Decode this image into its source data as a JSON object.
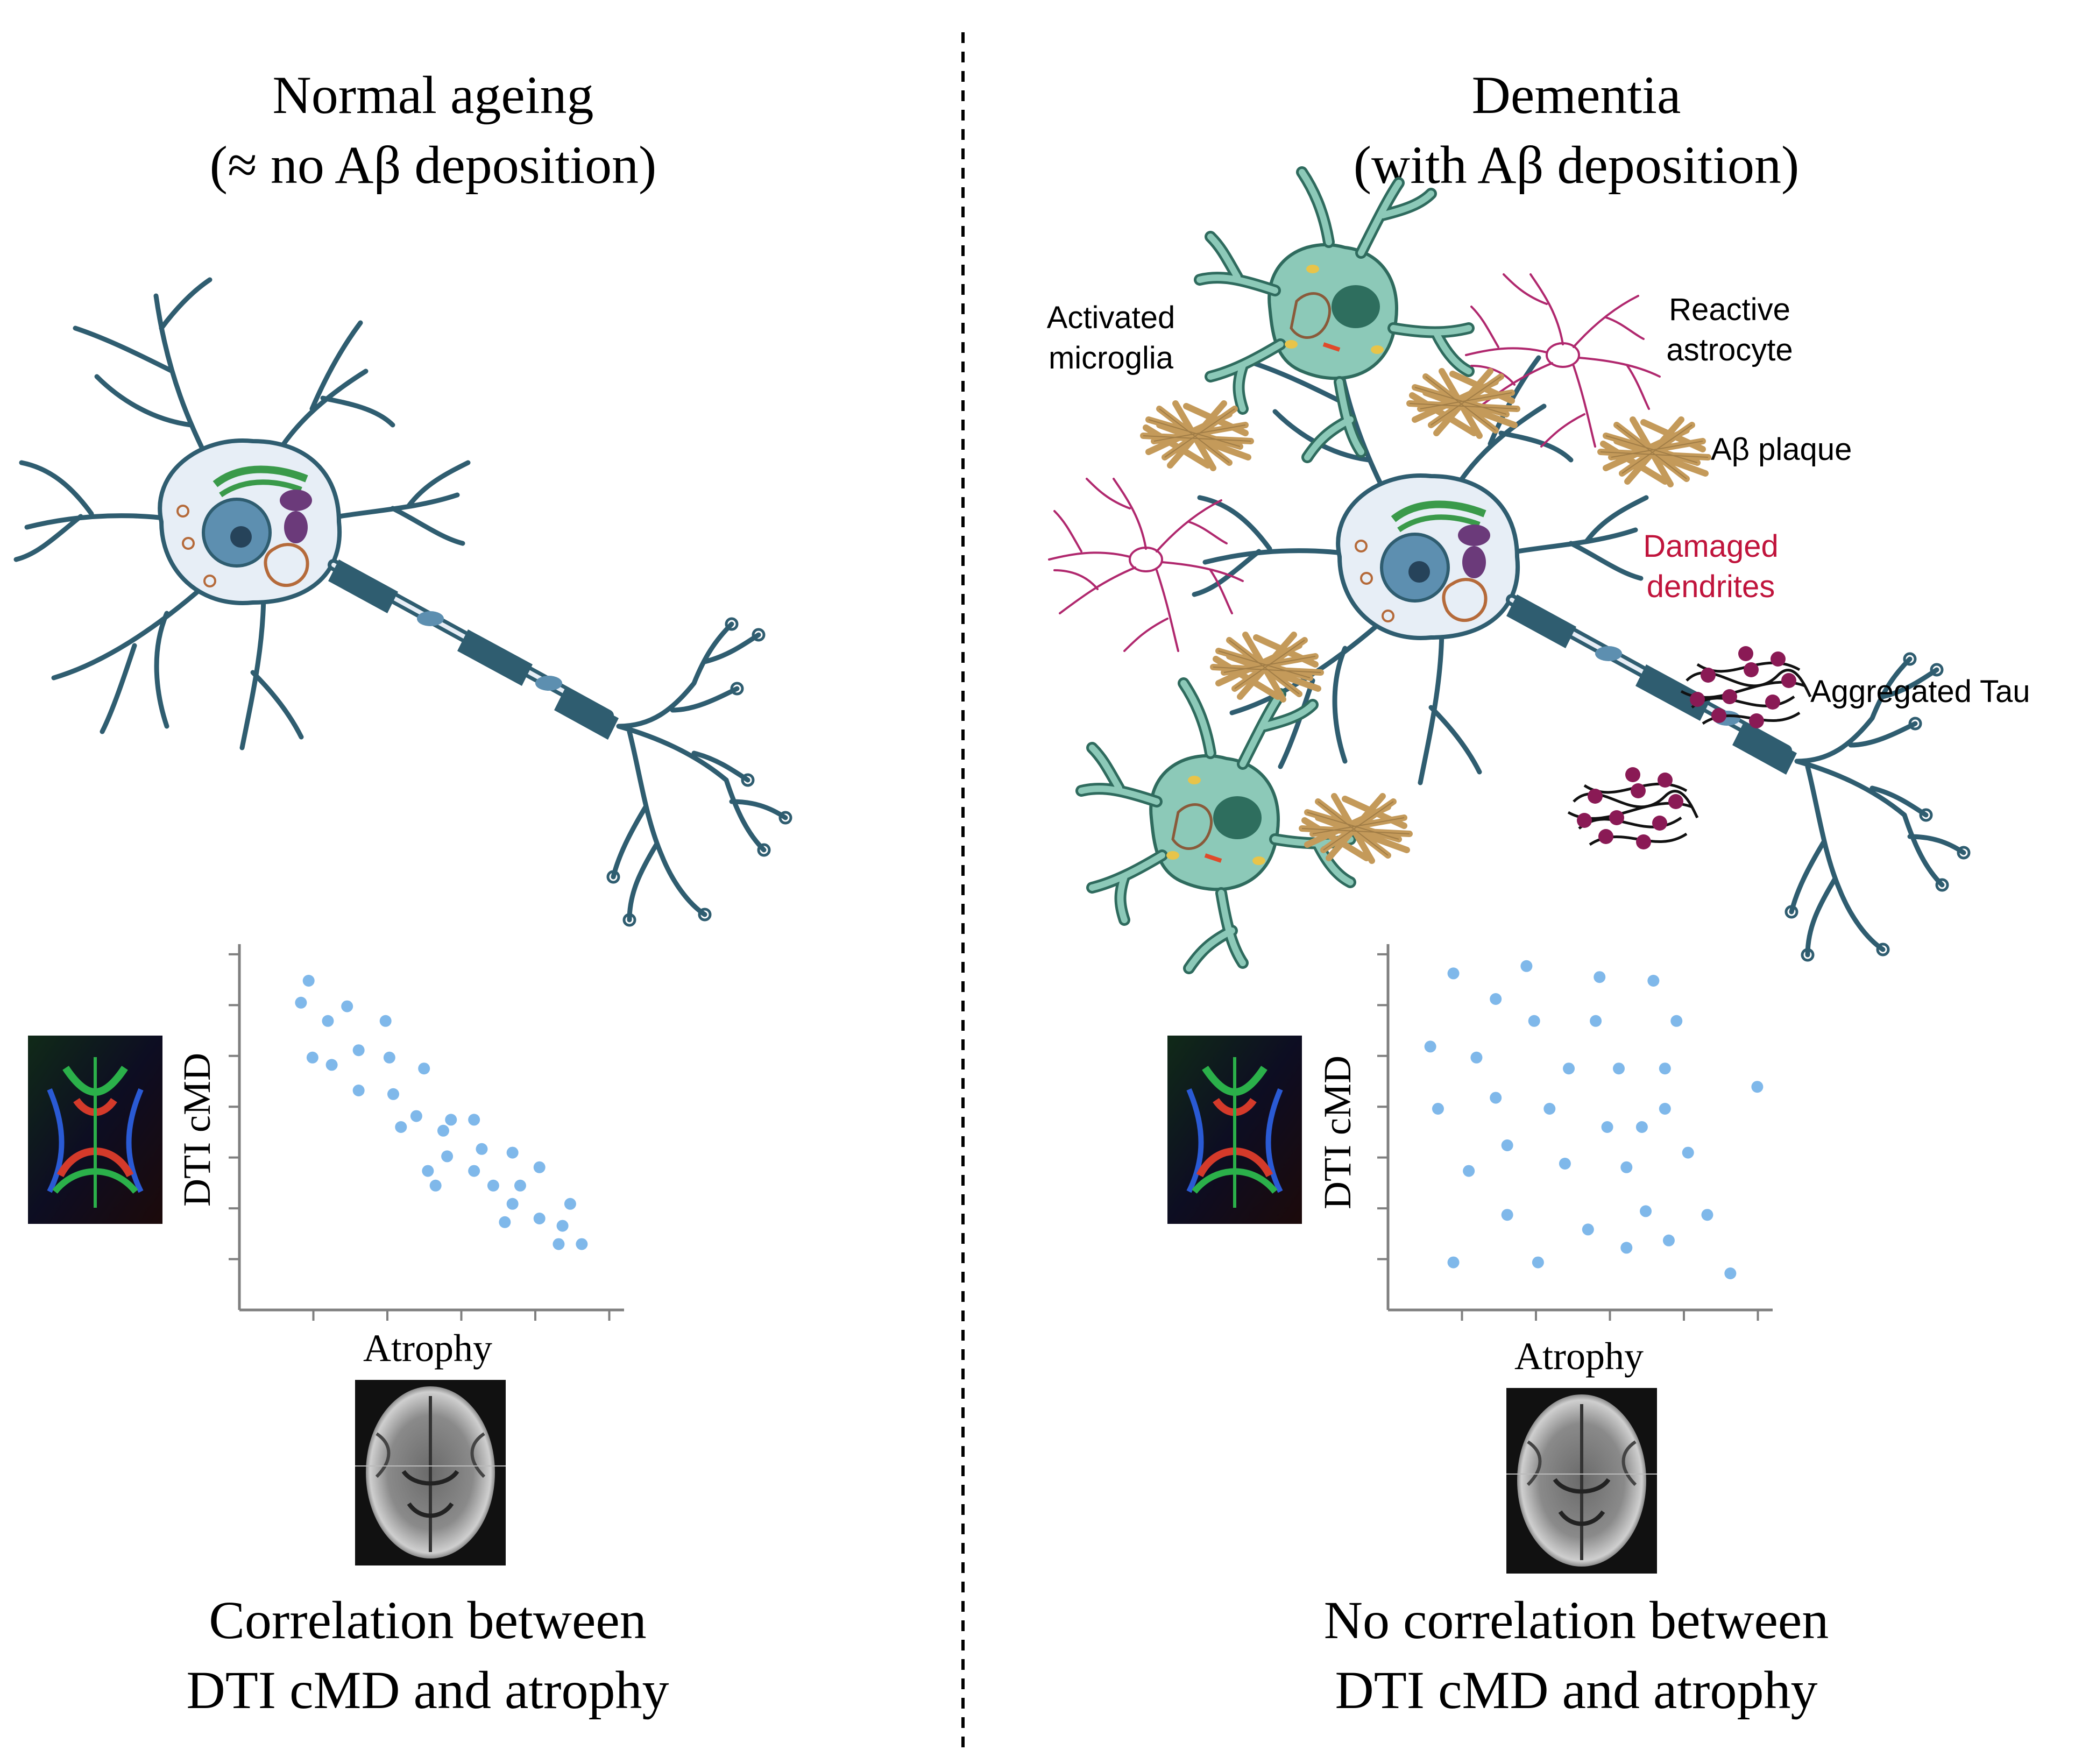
{
  "left_panel": {
    "title_line1": "Normal ageing",
    "title_line2": "(≈ no Aβ deposition)",
    "y_axis_label": "DTI cMD",
    "x_axis_label": "Atrophy",
    "caption_line1": "Correlation between",
    "caption_line2": "DTI cMD and atrophy"
  },
  "right_panel": {
    "title_line1": "Dementia",
    "title_line2": "(with Aβ deposition)",
    "y_axis_label": "DTI cMD",
    "x_axis_label": "Atrophy",
    "caption_line1": "No correlation between",
    "caption_line2": "DTI cMD and atrophy",
    "labels": {
      "microglia_line1": "Activated",
      "microglia_line2": "microglia",
      "astrocyte_line1": "Reactive",
      "astrocyte_line2": "astrocyte",
      "plaque": "Aβ plaque",
      "dendrites_line1": "Damaged",
      "dendrites_line2": "dendrites",
      "tau": "Aggregated Tau"
    }
  },
  "colors": {
    "neuron_outline": "#2f5d70",
    "cell_body": "#e7eef6",
    "scatter_dot": "#7fb8ea",
    "microglia": "#8cc9b8",
    "astrocyte": "#b0286e",
    "plaque": "#c49a5a",
    "tau": "#8a1a55",
    "damaged_label": "#c0143c"
  },
  "chart_data": [
    {
      "type": "scatter",
      "xlabel": "Atrophy",
      "ylabel": "DTI cMD",
      "xlim": [
        0,
        10
      ],
      "ylim": [
        0,
        10
      ],
      "points": [
        [
          1.8,
          9.0
        ],
        [
          1.6,
          8.4
        ],
        [
          2.3,
          7.9
        ],
        [
          2.8,
          8.3
        ],
        [
          3.8,
          7.9
        ],
        [
          1.9,
          6.9
        ],
        [
          2.4,
          6.7
        ],
        [
          3.1,
          7.1
        ],
        [
          3.9,
          6.9
        ],
        [
          4.8,
          6.6
        ],
        [
          3.1,
          6.0
        ],
        [
          4.0,
          5.9
        ],
        [
          4.6,
          5.3
        ],
        [
          5.5,
          5.2
        ],
        [
          6.1,
          5.2
        ],
        [
          4.2,
          5.0
        ],
        [
          5.3,
          4.9
        ],
        [
          6.3,
          4.4
        ],
        [
          5.4,
          4.2
        ],
        [
          7.1,
          4.3
        ],
        [
          4.9,
          3.8
        ],
        [
          6.1,
          3.8
        ],
        [
          7.8,
          3.9
        ],
        [
          5.1,
          3.4
        ],
        [
          6.6,
          3.4
        ],
        [
          7.3,
          3.4
        ],
        [
          7.1,
          2.9
        ],
        [
          8.6,
          2.9
        ],
        [
          6.9,
          2.4
        ],
        [
          7.8,
          2.5
        ],
        [
          8.4,
          2.3
        ],
        [
          8.3,
          1.8
        ],
        [
          8.9,
          1.8
        ]
      ]
    },
    {
      "type": "scatter",
      "xlabel": "Atrophy",
      "ylabel": "DTI cMD",
      "xlim": [
        0,
        10
      ],
      "ylim": [
        0,
        10
      ],
      "points": [
        [
          1.7,
          9.2
        ],
        [
          3.6,
          9.4
        ],
        [
          5.5,
          9.1
        ],
        [
          6.9,
          9.0
        ],
        [
          2.8,
          8.5
        ],
        [
          3.8,
          7.9
        ],
        [
          5.4,
          7.9
        ],
        [
          7.5,
          7.9
        ],
        [
          1.1,
          7.2
        ],
        [
          2.3,
          6.9
        ],
        [
          4.7,
          6.6
        ],
        [
          6.0,
          6.6
        ],
        [
          7.2,
          6.6
        ],
        [
          9.6,
          6.1
        ],
        [
          2.8,
          5.8
        ],
        [
          4.2,
          5.5
        ],
        [
          5.7,
          5.0
        ],
        [
          6.6,
          5.0
        ],
        [
          7.2,
          5.5
        ],
        [
          1.3,
          5.5
        ],
        [
          3.1,
          4.5
        ],
        [
          4.6,
          4.0
        ],
        [
          6.2,
          3.9
        ],
        [
          7.8,
          4.3
        ],
        [
          2.1,
          3.8
        ],
        [
          3.1,
          2.6
        ],
        [
          5.2,
          2.2
        ],
        [
          6.7,
          2.7
        ],
        [
          8.3,
          2.6
        ],
        [
          6.2,
          1.7
        ],
        [
          7.3,
          1.9
        ],
        [
          1.7,
          1.3
        ],
        [
          3.9,
          1.3
        ],
        [
          8.9,
          1.0
        ]
      ]
    }
  ]
}
